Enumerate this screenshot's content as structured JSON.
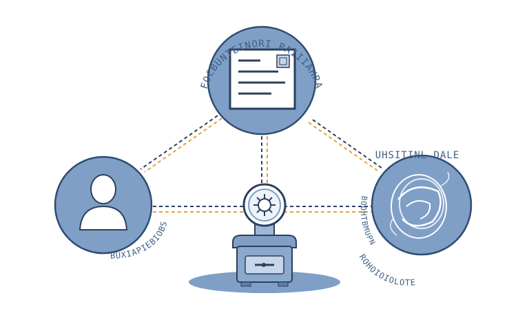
{
  "colors": {
    "node_fill": "#7f9fc6",
    "node_stroke": "#2f4c70",
    "line_dark": "#2c3f5c",
    "line_accent": "#e2a33a",
    "text": "#3e5f86",
    "shadow": "#b8c8dd"
  },
  "nodes": {
    "document": {
      "icon": "document-icon",
      "label": "FOCBUNTEINORI PAIIIAHRA"
    },
    "person": {
      "icon": "user-icon",
      "label": "BUXIAPIEBIOBS"
    },
    "seal": {
      "icon": "wax-seal-icon",
      "label_top": "UHSITINL DALE",
      "label_side": "BOOHTBMUPN",
      "label_bottom": "ROHOIOIOLOTE"
    },
    "vault": {
      "icon": "safe-vault-icon",
      "dial_icon": "gear-dial-icon"
    }
  }
}
